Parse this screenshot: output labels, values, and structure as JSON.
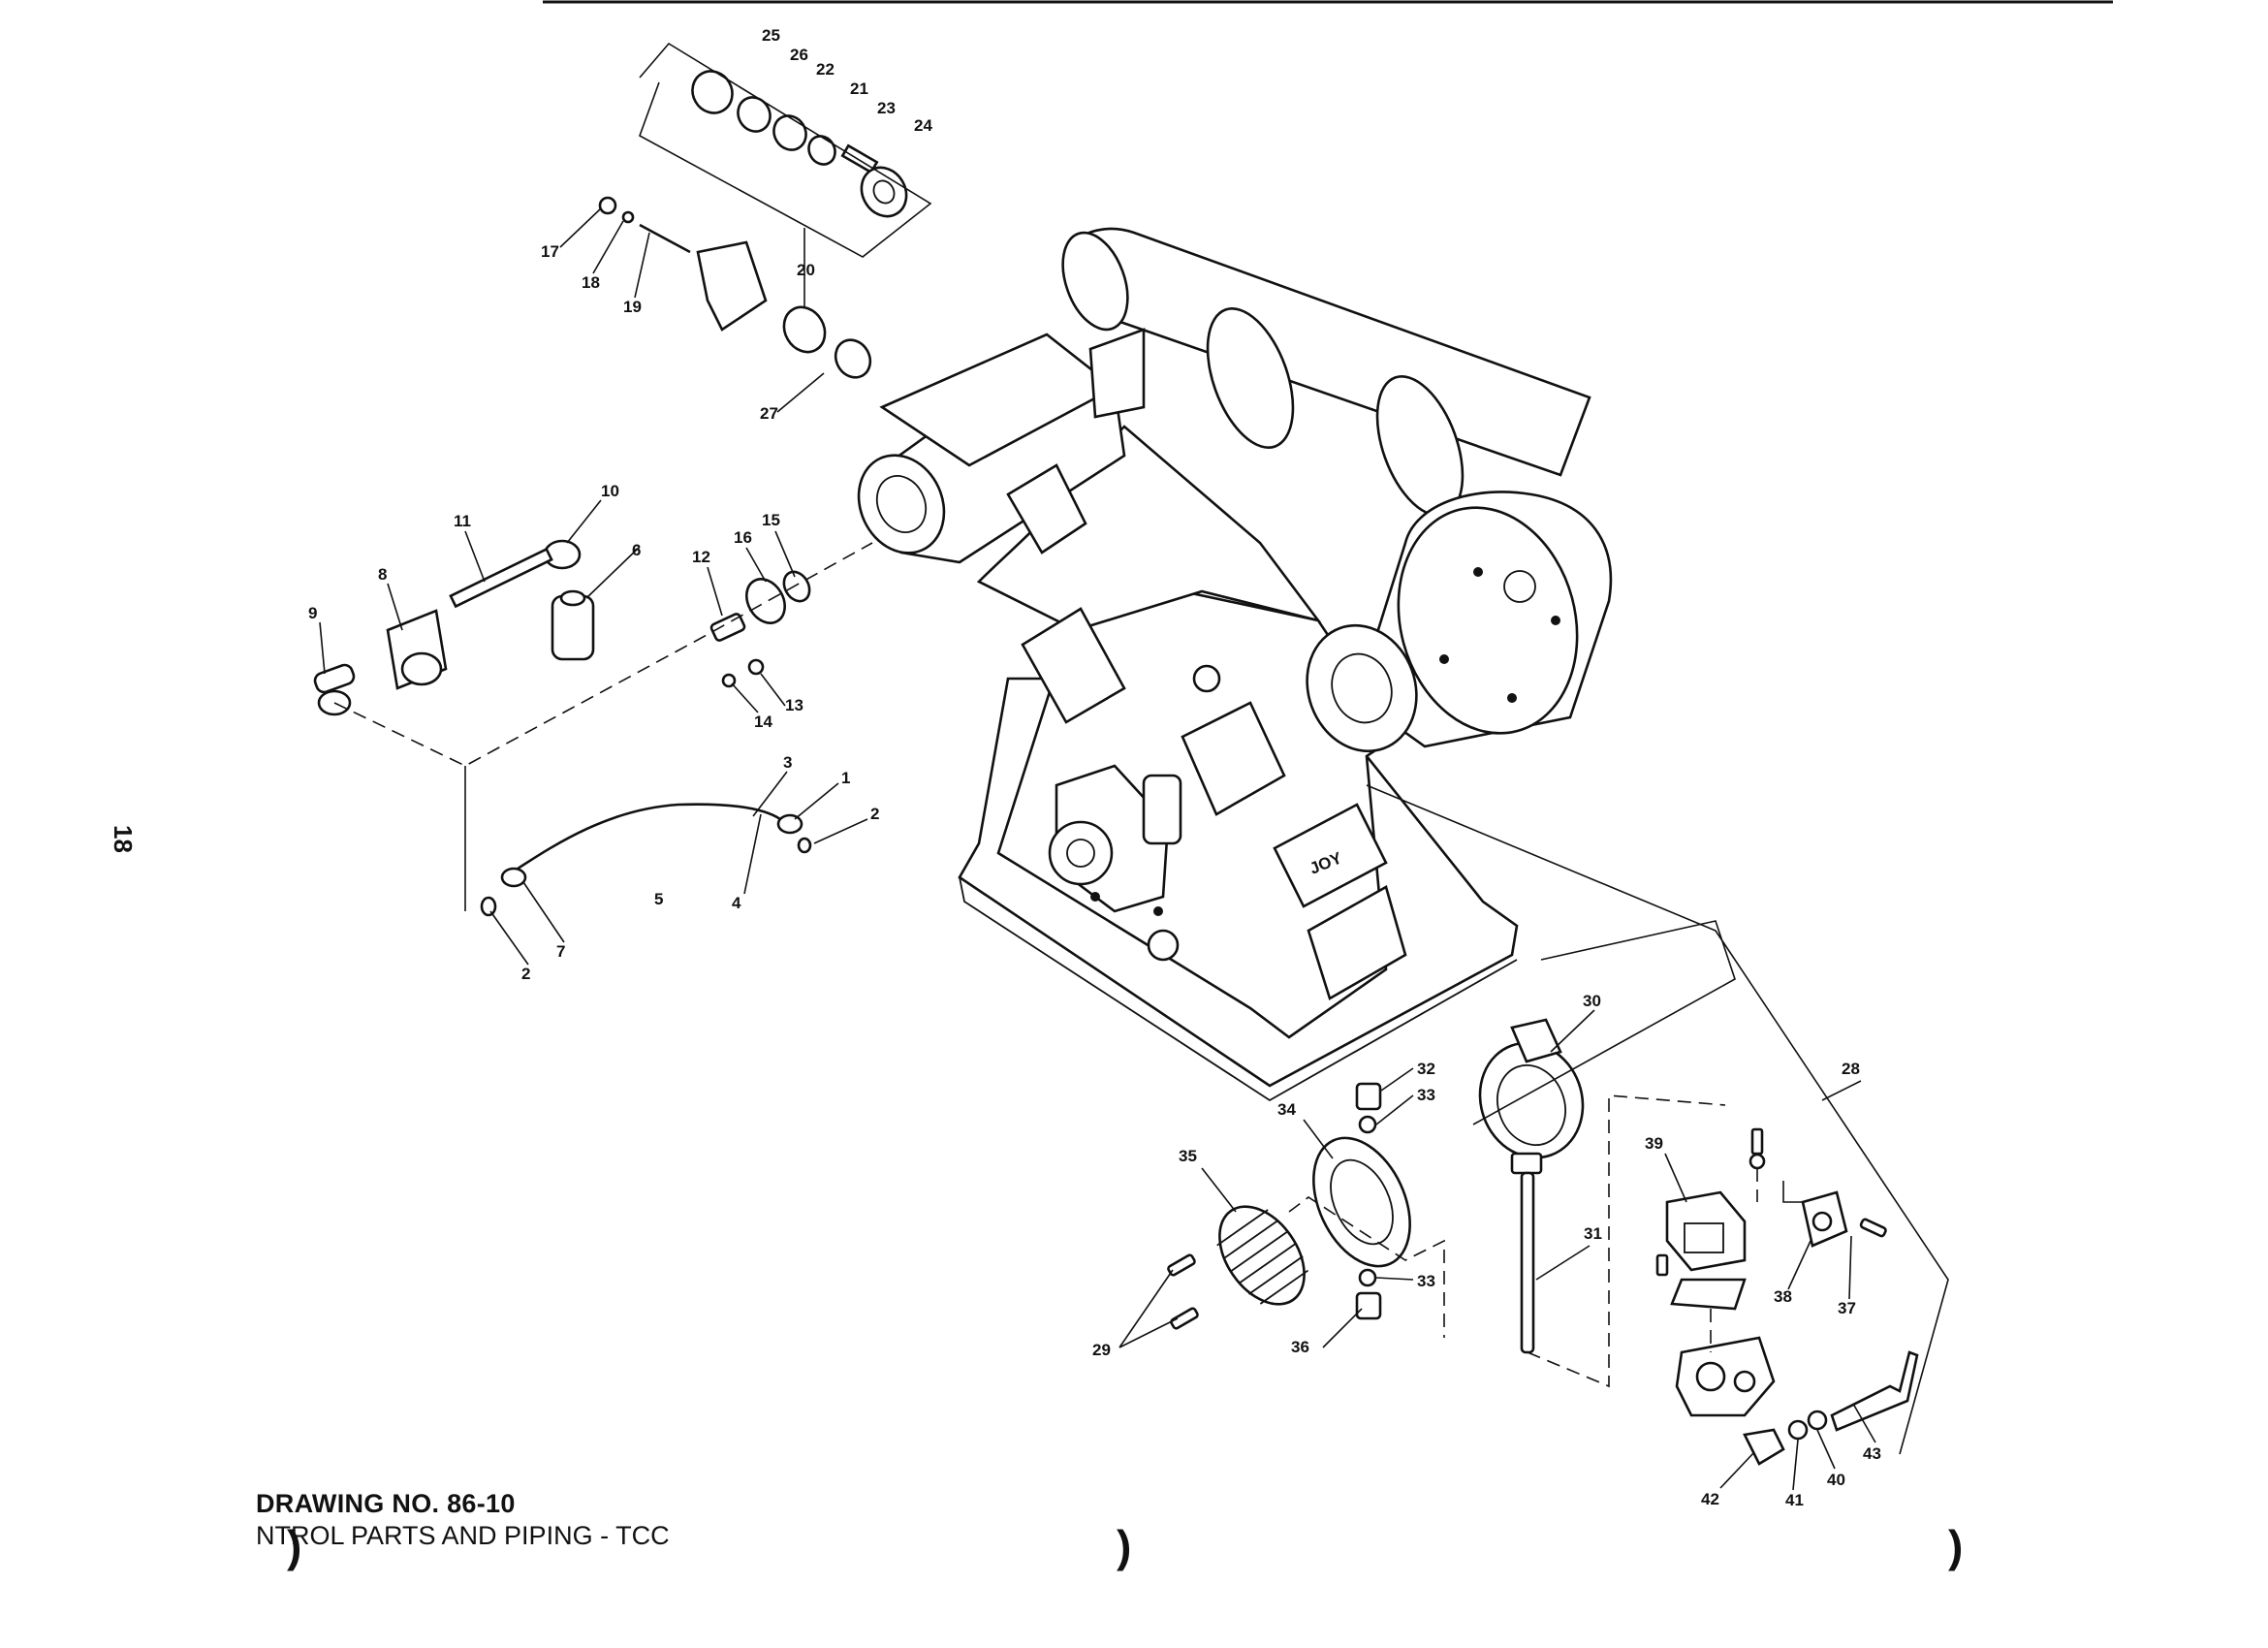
{
  "page": {
    "number": "18"
  },
  "drawing": {
    "title": "DRAWING NO. 86-10",
    "subtitle": "NTROL PARTS AND PIPING - TCC",
    "brand_plate": "JOY"
  },
  "callouts": [
    "1",
    "2",
    "2",
    "3",
    "4",
    "5",
    "6",
    "7",
    "8",
    "9",
    "10",
    "11",
    "12",
    "13",
    "14",
    "15",
    "16",
    "17",
    "18",
    "19",
    "20",
    "21",
    "22",
    "23",
    "24",
    "25",
    "26",
    "27",
    "28",
    "29",
    "30",
    "31",
    "32",
    "33",
    "33",
    "34",
    "35",
    "36",
    "37",
    "38",
    "39",
    "40",
    "41",
    "42",
    "43"
  ]
}
